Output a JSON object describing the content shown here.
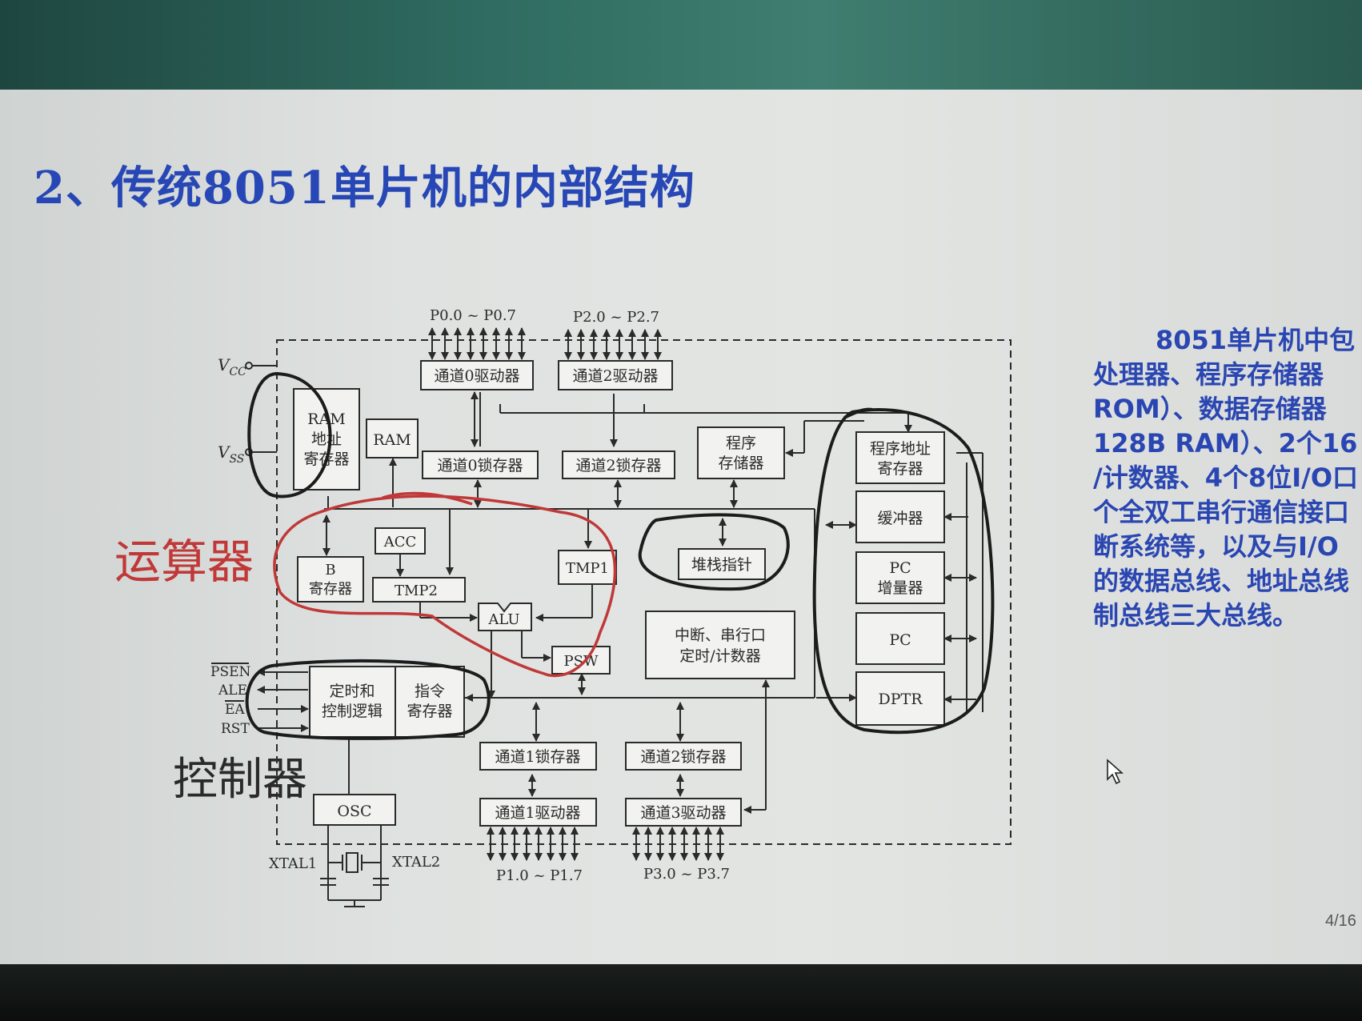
{
  "slide": {
    "title": "2、传统8051单片机的内部结构",
    "description_lines": [
      "8051单片机中包",
      "处理器、程序存储器",
      "ROM）、数据存储器",
      "128B RAM）、2个16",
      "/计数器、4个8位I/O口",
      "个全双工串行通信接口",
      "断系统等，以及与I/O",
      "的数据总线、地址总线",
      "制总线三大总线。"
    ],
    "page_number": "4/16"
  },
  "diagram": {
    "ports": {
      "p0": "P0.0 ~ P0.7",
      "p2": "P2.0 ~ P2.7",
      "p1": "P1.0 ~ P1.7",
      "p3": "P3.0 ~ P3.7"
    },
    "power": {
      "vcc": "V",
      "vcc_sub": "CC",
      "vss": "V",
      "vss_sub": "SS"
    },
    "blocks": {
      "p0_driver": "通道0驱动器",
      "p2_driver": "通道2驱动器",
      "p0_latch": "通道0锁存器",
      "p2_latch": "通道2锁存器",
      "ram_addr_reg": [
        "RAM",
        "地址",
        "寄存器"
      ],
      "ram": "RAM",
      "program_memory": [
        "程序",
        "存储器"
      ],
      "program_addr_reg": [
        "程序地址",
        "寄存器"
      ],
      "buffer": "缓冲器",
      "pc_incrementer": [
        "PC",
        "增量器"
      ],
      "pc": "PC",
      "dptr": "DPTR",
      "b_reg": [
        "B",
        "寄存器"
      ],
      "acc": "ACC",
      "tmp2": "TMP2",
      "tmp1": "TMP1",
      "alu": "ALU",
      "psw": "PSW",
      "stack_pointer": "堆栈指针",
      "interrupt_serial_timer": [
        "中断、串行口",
        "定时/计数器"
      ],
      "timing_control": [
        "定时和",
        "控制逻辑"
      ],
      "instruction_reg": [
        "指令",
        "寄存器"
      ],
      "p1_latch": "通道1锁存器",
      "p3_latch": "通道2锁存器",
      "p1_driver": "通道1驱动器",
      "p3_driver": "通道3驱动器",
      "osc": "OSC"
    },
    "control_pins": [
      "PSEN",
      "ALE",
      "EA",
      "RST"
    ],
    "crystal": {
      "xtal1": "XTAL1",
      "xtal2": "XTAL2"
    },
    "annotations": {
      "alu_label": "运算器",
      "controller_label": "控制器"
    },
    "colors": {
      "title_blue": "#2747b6",
      "annotation_red": "#c03838",
      "annotation_black": "#1c1c1c",
      "top_band": "#2f6b60"
    }
  }
}
